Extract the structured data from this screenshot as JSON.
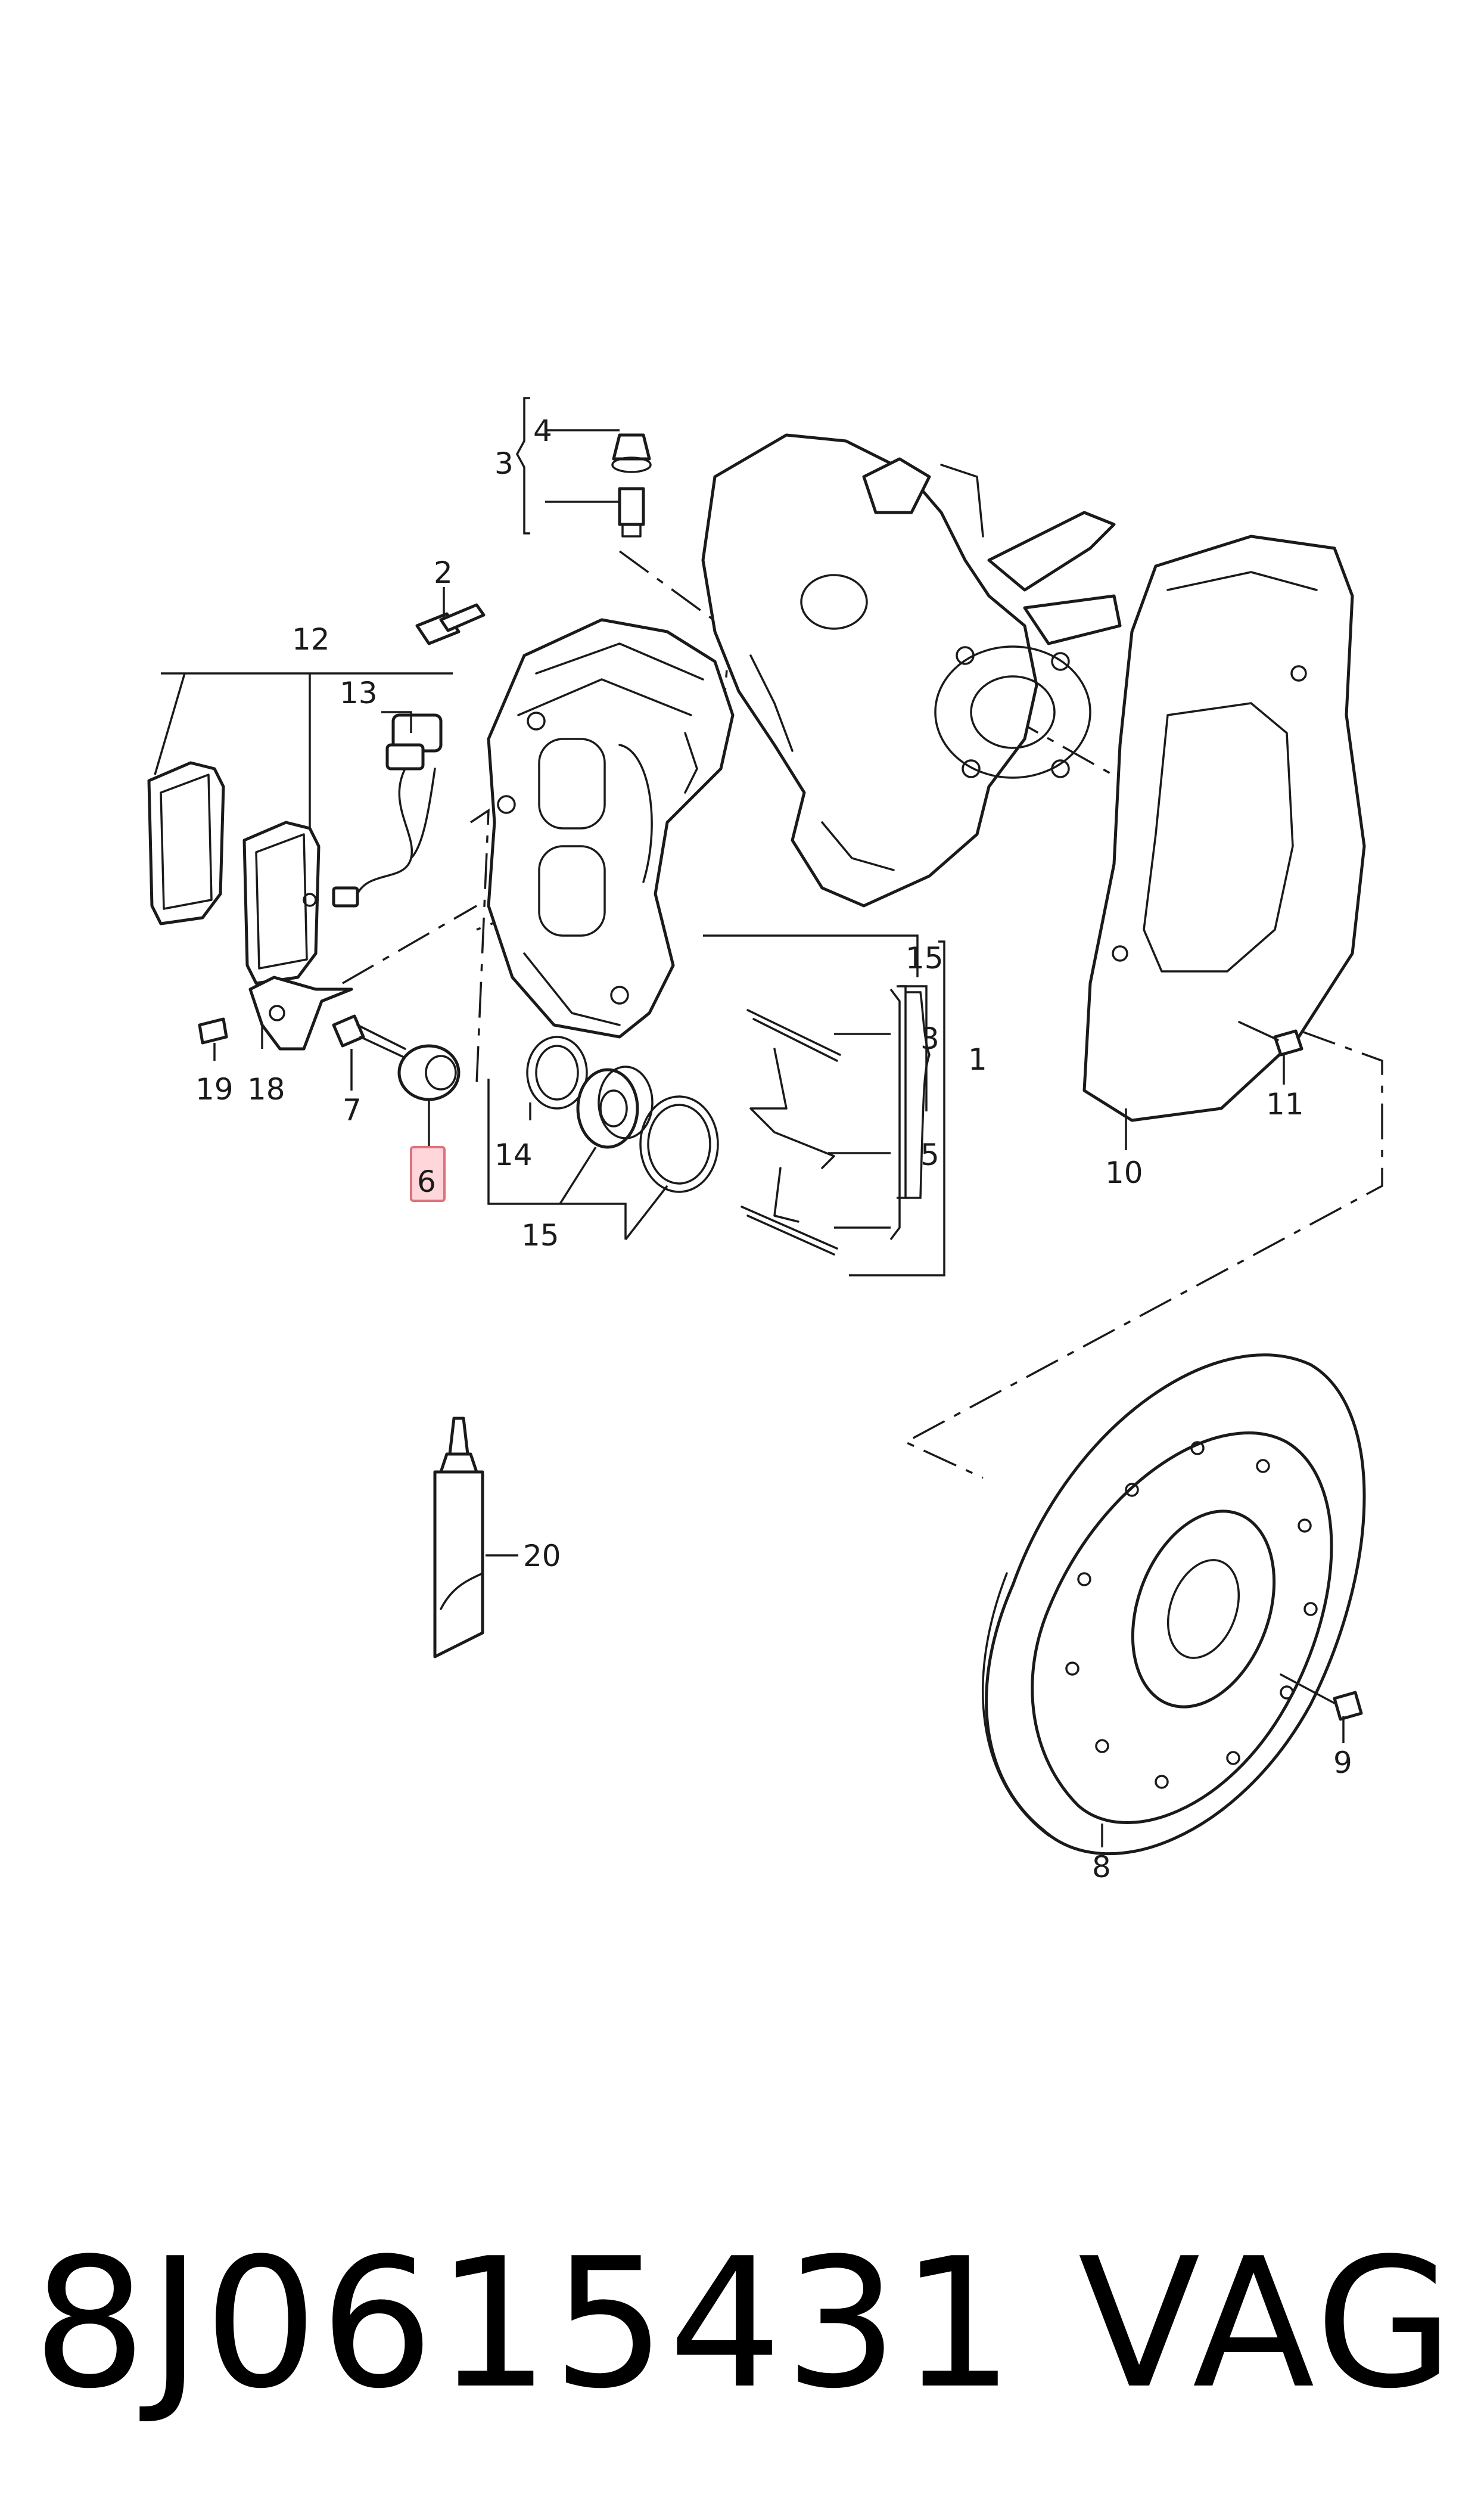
{
  "labels": {
    "l1": "1",
    "l2": "2",
    "l3a": "3",
    "l3b": "3",
    "l4": "4",
    "l5": "5",
    "l6": "6",
    "l7": "7",
    "l8": "8",
    "l9": "9",
    "l10": "10",
    "l11": "11",
    "l12": "12",
    "l13": "13",
    "l14": "14",
    "l15a": "15",
    "l15b": "15",
    "l18": "18",
    "l19": "19",
    "l20": "20"
  },
  "footer": {
    "part_number": "8J0615431",
    "brand": "VAG"
  },
  "highlight_color": "#ffd6da"
}
